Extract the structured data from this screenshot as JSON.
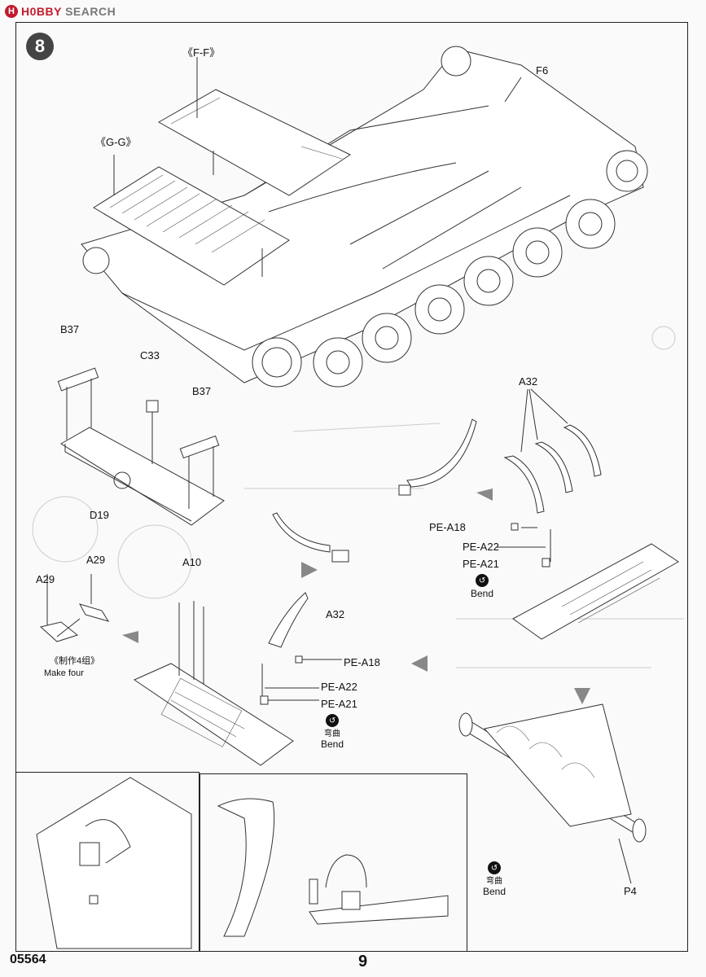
{
  "brand": {
    "name_red": "H0BBY",
    "name_grey": "SEARCH"
  },
  "step": {
    "number": "8"
  },
  "section_labels": {
    "ff": "《F-F》",
    "gg": "《G-G》"
  },
  "parts": {
    "f6": "F6",
    "b37_left": "B37",
    "c33": "C33",
    "b37_right": "B37",
    "d19": "D19",
    "a29_top": "A29",
    "a29_left": "A29",
    "a10": "A10",
    "a32_mid": "A32",
    "pe_a18_mid": "PE-A18",
    "pe_a22_mid": "PE-A22",
    "pe_a21_mid": "PE-A21",
    "a32_right": "A32",
    "pe_a18_right": "PE-A18",
    "pe_a22_right": "PE-A22",
    "pe_a21_right": "PE-A21",
    "p4": "P4"
  },
  "notes": {
    "make_four_zh": "《制作4组》",
    "make_four_en": "Make four",
    "bend_zh": "弯曲",
    "bend_en": "Bend"
  },
  "footer": {
    "code": "05564",
    "page": "9"
  }
}
